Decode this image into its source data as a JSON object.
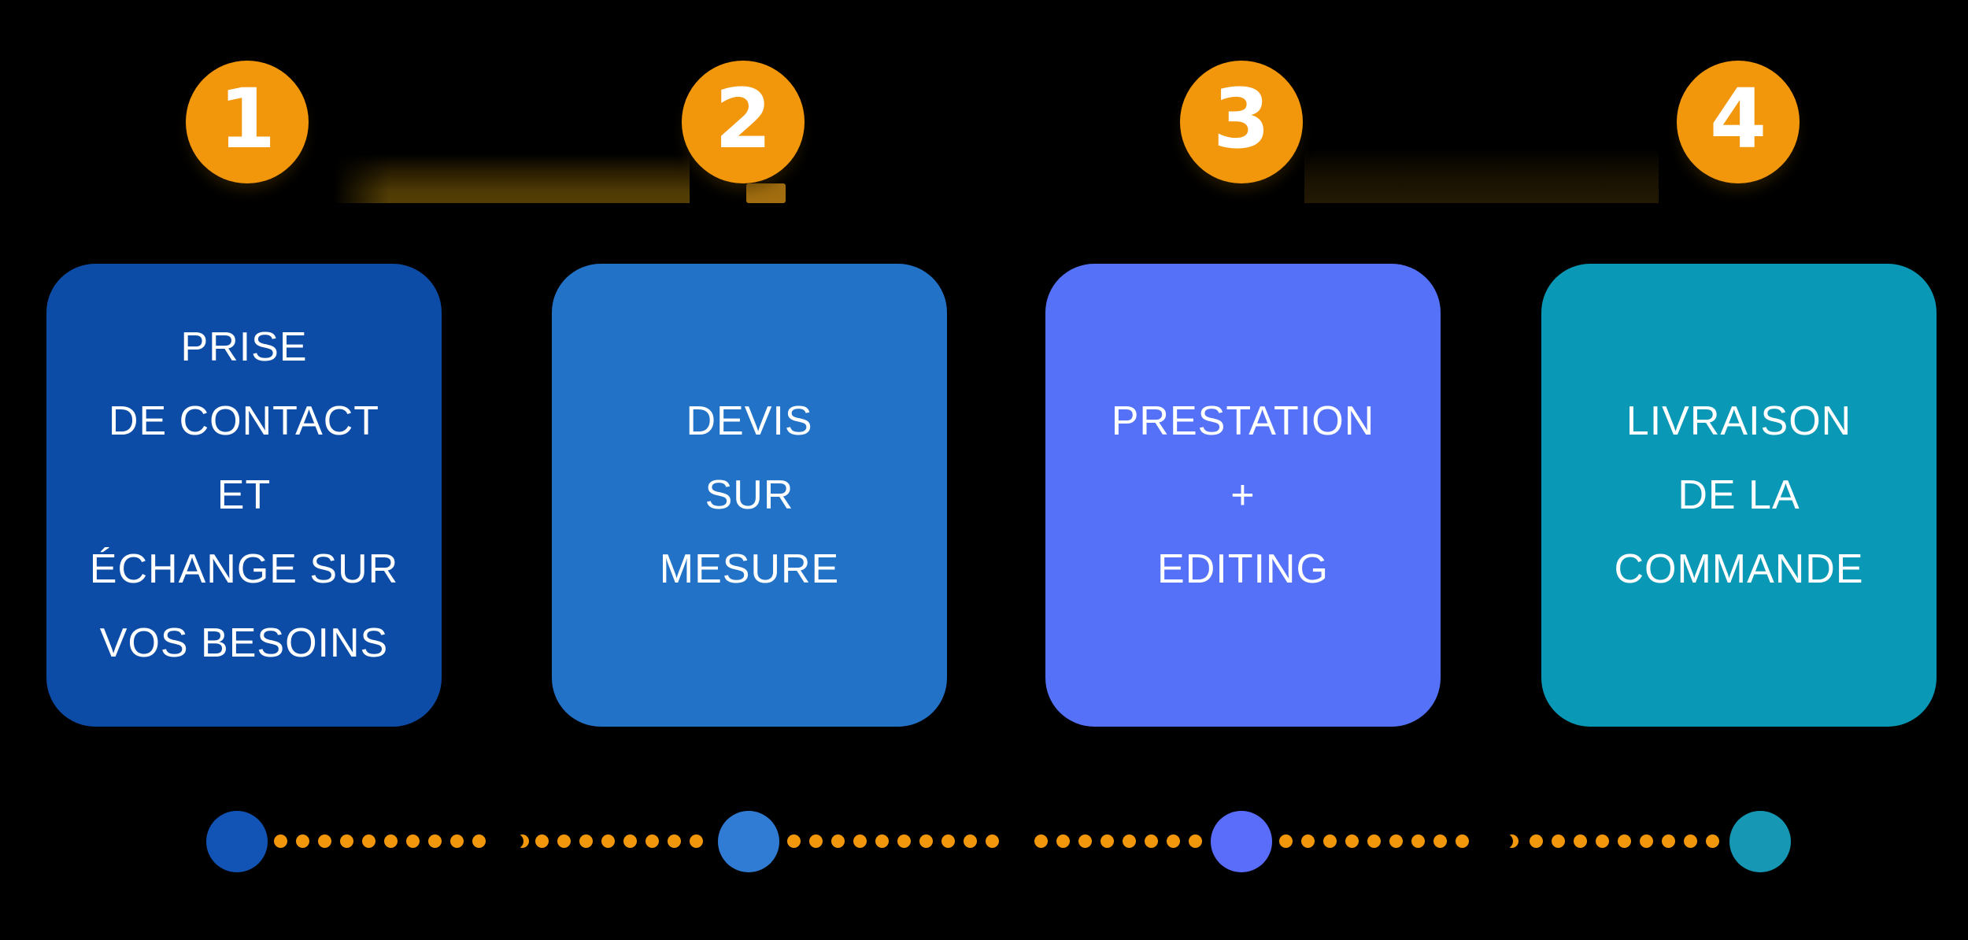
{
  "background_color": "#000000",
  "accent_orange": "#F2970C",
  "text_color": "#FFFFFF",
  "steps": [
    {
      "number": "1",
      "circle_color": "#F2970C",
      "box_color": "#0D4CA6",
      "dot_color": "#1254B6",
      "label": "PRISE DE CONTACT ET ÉCHANGE SUR VOS BESOINS",
      "lines": [
        "PRISE",
        "DE CONTACT",
        "ET",
        "ÉCHANGE SUR",
        "VOS BESOINS"
      ]
    },
    {
      "number": "2",
      "circle_color": "#F2970C",
      "box_color": "#2273C7",
      "dot_color": "#307CD4",
      "label": "DEVIS SUR MESURE",
      "lines": [
        "DEVIS",
        "SUR",
        "MESURE"
      ]
    },
    {
      "number": "3",
      "circle_color": "#F2970C",
      "box_color": "#5471F8",
      "dot_color": "#5A6CFA",
      "label": "PRESTATION + EDITING",
      "lines": [
        "PRESTATION",
        "+",
        "EDITING"
      ]
    },
    {
      "number": "4",
      "circle_color": "#F2970C",
      "box_color": "#0998B5",
      "dot_color": "#1697B4",
      "label": "LIVRAISON DE LA COMMANDE",
      "lines": [
        "LIVRAISON",
        "DE LA",
        "COMMANDE"
      ]
    }
  ],
  "timeline": {
    "dot_color": "#F2970C"
  }
}
